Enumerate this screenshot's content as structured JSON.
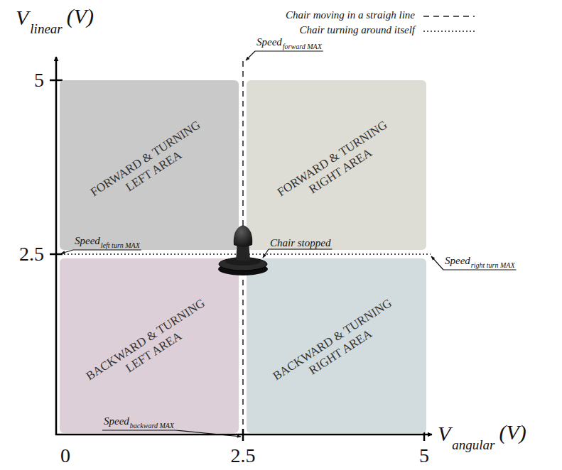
{
  "diagram": {
    "nodes": [
      {
        "text": [
          "FORWARD & TURNING LEFT AREA"
        ]
      },
      {
        "text": [
          "FORWARD & TURNING RIGHT AREA"
        ]
      },
      {
        "text": [
          "BACKWARD & TURNING LEFT AREA"
        ]
      },
      {
        "text": [
          "BACKWARD & TURNING RIGHT AREA"
        ]
      }
    ],
    "labels": [
      "V",
      "linear",
      "(V)",
      "5",
      "2.5",
      "0",
      "2.5",
      "5",
      "V",
      "angular",
      "(V)",
      "Speed",
      "forward MAX",
      "Speed",
      "left turn MAX",
      "Speed",
      "right turn MAX",
      "Speed",
      "backward MAX",
      "Chair stopped"
    ],
    "legend": [
      {
        "text": "Chair moving in a straigh line"
      },
      {
        "text": "Chair turning around itself"
      }
    ]
  }
}
